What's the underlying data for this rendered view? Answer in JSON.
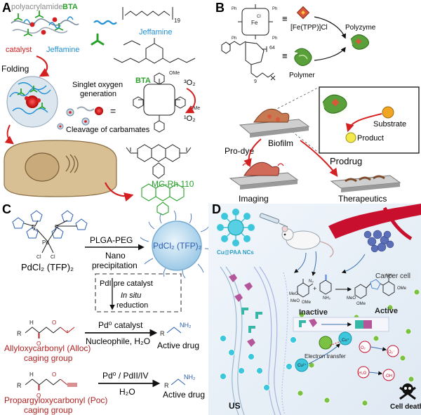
{
  "panels": {
    "A": {
      "letter": "A",
      "polyacrylamide": "polyacrylamide",
      "bta_top": "BTA",
      "catalyst": "catalyst",
      "jeffamine_left": "Jeffamine",
      "jeffamine_right": "Jeffamine",
      "jeffamine_subscript": "19",
      "folding": "Folding",
      "bta_right": "BTA",
      "singlet_line1": "Singlet oxygen",
      "singlet_line2": "generation",
      "triplet_o2": "³O₂",
      "singlet_o2": "¹O₂",
      "equals": "=",
      "cleavage": "Cleavage of carbamates",
      "ome_left": "OMe",
      "ome_right": "OMe",
      "mc_rh": "MC-Rh 110",
      "colors": {
        "gray": "#8a8a8a",
        "green": "#2aa12a",
        "blue": "#1e8fd6",
        "red": "#d42020",
        "cell": "#d8bf94"
      }
    },
    "B": {
      "letter": "B",
      "fe_tpp": "[Fe(TPP)]Cl",
      "polyzyme": "Polyzyme",
      "polymer": "Polymer",
      "substrate": "Substrate",
      "product": "Product",
      "biofilm": "Biofilm",
      "prodrug": "Prodrug",
      "prodye": "Pro-dye",
      "imaging": "Imaging",
      "therapeutics": "Therapeutics",
      "equals": "≡",
      "repeat_count": "64",
      "chain_count": "9",
      "ph_labels": [
        "Ph",
        "Ph",
        "Ph",
        "Ph"
      ],
      "fe_center": "Fe",
      "cl": "Cl"
    },
    "C": {
      "letter": "C",
      "pdcl2_tfp": "PdCl₂ (TFP)₂",
      "plga_peg": "PLGA-PEG",
      "nano1": "Nano",
      "nano2": "precipitation",
      "np_label": "PdCl₂ (TFP)₂",
      "pd_pre": "PdIIpre catalyst",
      "in_situ": "In situ",
      "reduction": "reduction",
      "pd0_catalyst": "Pd⁰ catalyst",
      "nucleophile": "Nucleophile, H₂O",
      "active_drug_1": "Active drug",
      "active_drug_2": "Active drug",
      "alloc": "Allyloxycarbonyl (Alloc)",
      "alloc_group": "caging group",
      "poc": "Propargyloxycarbonyl (Poc)",
      "poc_group": "caging group",
      "pd0_pd2": "Pd⁰ / PdII/IV",
      "h2o": "H₂O",
      "nh2_1": "NH₂",
      "nh2_2": "NH₂",
      "r_labels": [
        "R",
        "R",
        "R",
        "R"
      ],
      "h_labels": [
        "H",
        "H"
      ],
      "o_labels": [
        "O",
        "O",
        "O",
        "O"
      ],
      "p_labels": [
        "P",
        "P"
      ],
      "pd": "Pd",
      "cl_labels": [
        "Cl",
        "Cl"
      ],
      "colors": {
        "red": "#b22222",
        "blue": "#2a5db0"
      }
    },
    "D": {
      "letter": "D",
      "np_caption": "Cu@PAA NCs",
      "cancer_cell": "Cancer cell",
      "inactive": "Inactive",
      "active": "Active",
      "electron_transfer": "Electron transfer",
      "cell_death": "Cell death",
      "us": "US",
      "cu_labels": [
        "Cu⁺",
        "Cu²⁺"
      ],
      "ros_labels": [
        "O₂",
        "O₂⁻",
        "H₂O",
        "·OH"
      ],
      "meo_labels": [
        "MeO",
        "MeO",
        "OMe"
      ],
      "chem_labels": [
        "N₃",
        "NH₂",
        "MeO",
        "OMe",
        "NH₂",
        "OMe"
      ],
      "plus": "+",
      "colors": {
        "bg": "#eaf1f8",
        "cyan": "#3cc7dd",
        "green": "#7cc242",
        "magenta": "#b5569b",
        "red": "#c8102e"
      }
    }
  }
}
